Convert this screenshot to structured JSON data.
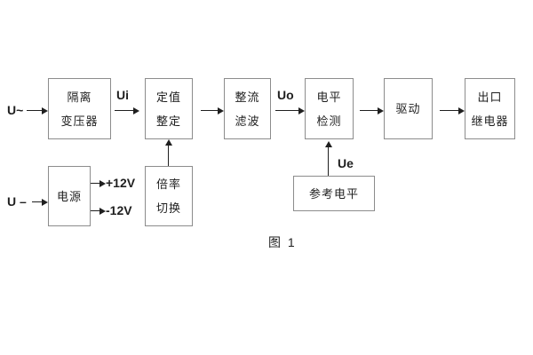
{
  "figure": {
    "caption": "图 1"
  },
  "blocks": [
    {
      "name": "isolation-transformer",
      "lines": [
        "隔离",
        "变压器"
      ]
    },
    {
      "name": "setting-adjust",
      "lines": [
        "定值",
        "整定"
      ]
    },
    {
      "name": "rectifier-filter",
      "lines": [
        "整流",
        "滤波"
      ]
    },
    {
      "name": "level-detector",
      "lines": [
        "电平",
        "检测"
      ]
    },
    {
      "name": "driver",
      "lines": [
        "驱动"
      ]
    },
    {
      "name": "output-relay",
      "lines": [
        "出口",
        "继电器"
      ]
    },
    {
      "name": "power-supply",
      "lines": [
        "电源"
      ]
    },
    {
      "name": "ratio-switch",
      "lines": [
        "倍率",
        "切换"
      ]
    },
    {
      "name": "reference-level",
      "lines": [
        "参考电平"
      ]
    }
  ],
  "signal_labels": {
    "ac_input": "U~",
    "dc_input": "U –",
    "ui": "Ui",
    "uo": "Uo",
    "ue": "Ue",
    "plus_12v": "+12V",
    "minus_12v": "-12V"
  },
  "colors": {
    "background": "#ffffff",
    "box_border": "#8c8c8c",
    "ink": "#1f1f1f"
  }
}
